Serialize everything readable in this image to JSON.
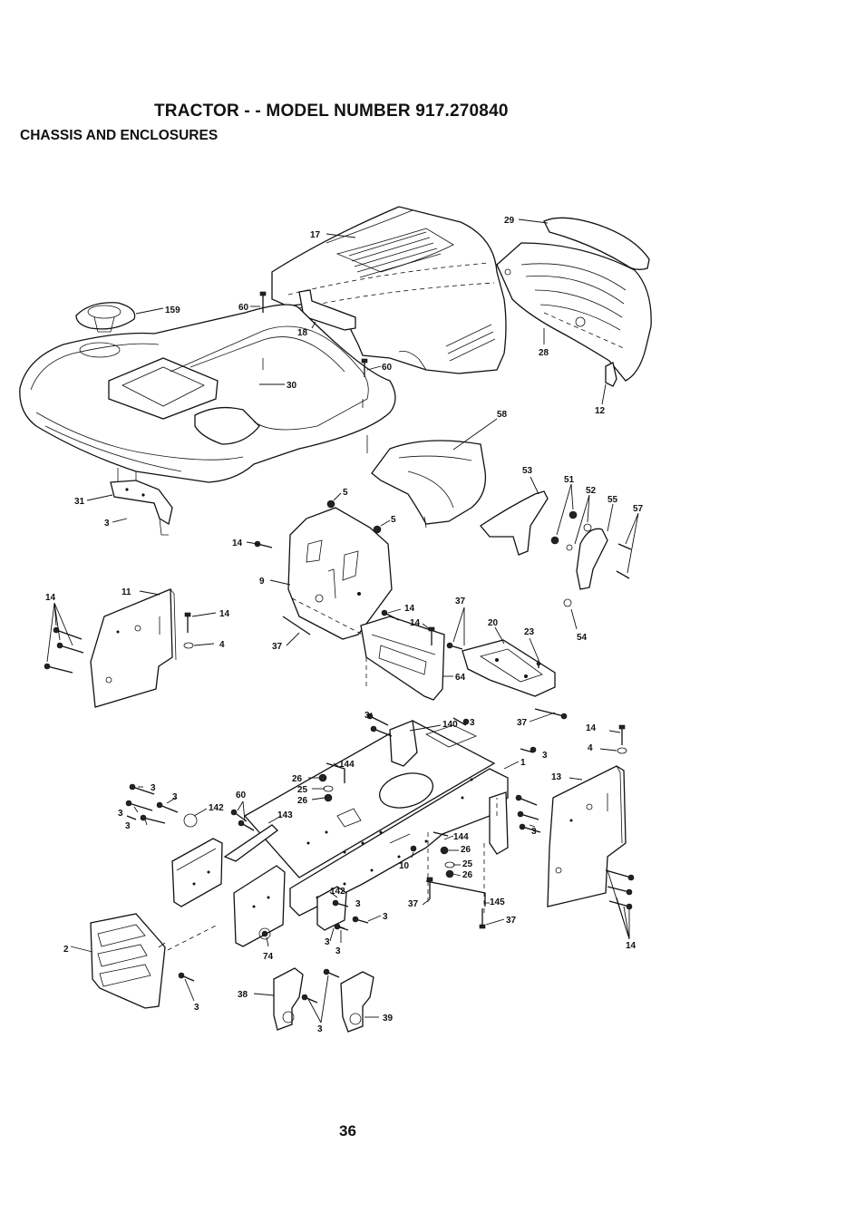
{
  "header": {
    "title": "TRACTOR - - MODEL NUMBER 917.270840",
    "section": "CHASSIS AND ENCLOSURES"
  },
  "footer": {
    "page_number": "36"
  },
  "callouts": [
    {
      "id": "l17",
      "text": "17"
    },
    {
      "id": "l29",
      "text": "29"
    },
    {
      "id": "l159",
      "text": "159"
    },
    {
      "id": "l60a",
      "text": "60"
    },
    {
      "id": "l18",
      "text": "18"
    },
    {
      "id": "l60b",
      "text": "60"
    },
    {
      "id": "l30",
      "text": "30"
    },
    {
      "id": "l28",
      "text": "28"
    },
    {
      "id": "l12",
      "text": "12"
    },
    {
      "id": "l58",
      "text": "58"
    },
    {
      "id": "l5a",
      "text": "5"
    },
    {
      "id": "l5b",
      "text": "5"
    },
    {
      "id": "l31",
      "text": "31"
    },
    {
      "id": "l3a",
      "text": "3"
    },
    {
      "id": "l53",
      "text": "53"
    },
    {
      "id": "l51",
      "text": "51"
    },
    {
      "id": "l52",
      "text": "52"
    },
    {
      "id": "l55",
      "text": "55"
    },
    {
      "id": "l57",
      "text": "57"
    },
    {
      "id": "l14a",
      "text": "14"
    },
    {
      "id": "l9",
      "text": "9"
    },
    {
      "id": "l14b",
      "text": "14"
    },
    {
      "id": "l11",
      "text": "11"
    },
    {
      "id": "l14c",
      "text": "14"
    },
    {
      "id": "l4a",
      "text": "4"
    },
    {
      "id": "l14d",
      "text": "14"
    },
    {
      "id": "l37a",
      "text": "37"
    },
    {
      "id": "l37b",
      "text": "37"
    },
    {
      "id": "l14e",
      "text": "14"
    },
    {
      "id": "l20",
      "text": "20"
    },
    {
      "id": "l23",
      "text": "23"
    },
    {
      "id": "l54",
      "text": "54"
    },
    {
      "id": "l64",
      "text": "64"
    },
    {
      "id": "l37c",
      "text": "37"
    },
    {
      "id": "l3b",
      "text": "3"
    },
    {
      "id": "l140",
      "text": "140"
    },
    {
      "id": "l3c",
      "text": "3"
    },
    {
      "id": "l14f",
      "text": "14"
    },
    {
      "id": "l4b",
      "text": "4"
    },
    {
      "id": "l3d",
      "text": "3"
    },
    {
      "id": "l1",
      "text": "1"
    },
    {
      "id": "l144a",
      "text": "144"
    },
    {
      "id": "l26a",
      "text": "26"
    },
    {
      "id": "l25a",
      "text": "25"
    },
    {
      "id": "l26b",
      "text": "26"
    },
    {
      "id": "l13",
      "text": "13"
    },
    {
      "id": "l3e",
      "text": "3"
    },
    {
      "id": "l3f",
      "text": "3"
    },
    {
      "id": "l3g",
      "text": "3"
    },
    {
      "id": "l3h",
      "text": "3"
    },
    {
      "id": "l142a",
      "text": "142"
    },
    {
      "id": "l60c",
      "text": "60"
    },
    {
      "id": "l143",
      "text": "143"
    },
    {
      "id": "l144b",
      "text": "144"
    },
    {
      "id": "l26c",
      "text": "26"
    },
    {
      "id": "l10",
      "text": "10"
    },
    {
      "id": "l25b",
      "text": "25"
    },
    {
      "id": "l26d",
      "text": "26"
    },
    {
      "id": "l3i",
      "text": "3"
    },
    {
      "id": "l142b",
      "text": "142"
    },
    {
      "id": "l3j",
      "text": "3"
    },
    {
      "id": "l3k",
      "text": "3"
    },
    {
      "id": "l37d",
      "text": "37"
    },
    {
      "id": "l145",
      "text": "145"
    },
    {
      "id": "l37e",
      "text": "37"
    },
    {
      "id": "l3l",
      "text": "3"
    },
    {
      "id": "l3m",
      "text": "3"
    },
    {
      "id": "l74",
      "text": "74"
    },
    {
      "id": "l2",
      "text": "2"
    },
    {
      "id": "l14g",
      "text": "14"
    },
    {
      "id": "l3n",
      "text": "3"
    },
    {
      "id": "l38",
      "text": "38"
    },
    {
      "id": "l3o",
      "text": "3"
    },
    {
      "id": "l39",
      "text": "39"
    }
  ]
}
